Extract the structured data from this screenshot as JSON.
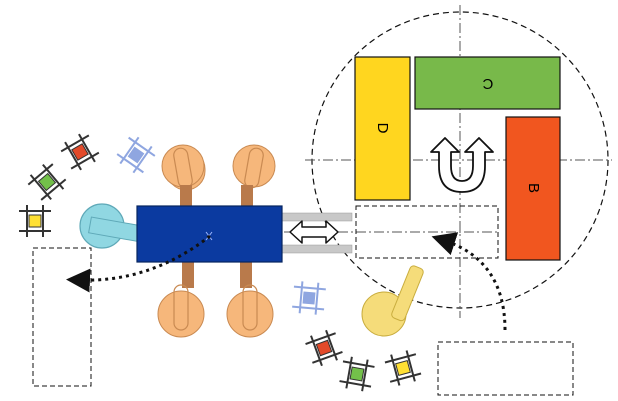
{
  "stations": [
    {
      "id": "C",
      "label": "C",
      "color": "#78b94a"
    },
    {
      "id": "D",
      "label": "D",
      "color": "#ffd61f"
    },
    {
      "id": "B",
      "label": "B",
      "color": "#f1561f"
    }
  ],
  "colors": {
    "robot_body": "#0b3aa0",
    "robot_legs": "#f6b77b",
    "robot_joint": "#b97a4b",
    "carriage": "#90d7e2",
    "gripper": "#f5dc7a",
    "marker_red": "#e24a2a",
    "marker_green": "#73c04a",
    "marker_yellow": "#ffe033",
    "marker_blue": "#8fa6e0",
    "dash": "#111111"
  },
  "icons": [
    "rotate-arrows-icon",
    "double-arrow-icon",
    "dotted-arrow-icon"
  ]
}
